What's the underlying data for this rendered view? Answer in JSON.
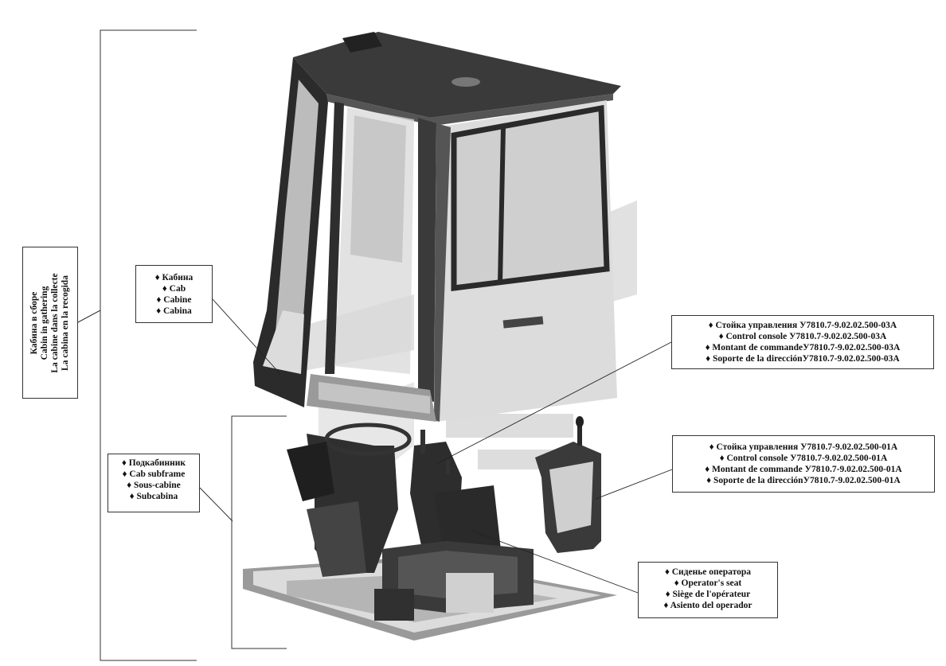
{
  "labels": {
    "assembly": [
      "Кабина в сборе",
      "Cabin in gathering",
      "La cabine dans la collecte",
      "La cabina en la recogida"
    ],
    "cab": [
      "♦ Кабина",
      "♦ Cab",
      "♦ Cabine",
      "♦ Cabina"
    ],
    "subframe": [
      "♦ Подкабинник",
      "♦ Cab subframe",
      "♦ Sous-cabine",
      "♦ Subcabina"
    ],
    "console_03": [
      "♦ Стойка управления У7810.7-9.02.02.500-03А",
      "♦ Control console У7810.7-9.02.02.500-03А",
      "♦ Montant de commandeУ7810.7-9.02.02.500-03А",
      "♦ Soporte de la direcciónУ7810.7-9.02.02.500-03А"
    ],
    "console_01": [
      "♦ Стойка управления У7810.7-9.02.02.500-01А",
      "♦ Control console У7810.7-9.02.02.500-01А",
      "♦ Montant de commande У7810.7-9.02.02.500-01А",
      "♦ Soporte de la direcciónУ7810.7-9.02.02.500-01А"
    ],
    "seat": [
      "♦ Сиденье оператора",
      "♦ Operator's seat",
      "♦ Siège de l'opérateur",
      "♦ Asiento del operador"
    ]
  },
  "colors": {
    "line": "#333333",
    "metal_dark": "#2e2e2e",
    "metal_mid": "#6a6a6a",
    "metal_light": "#bdbdbd",
    "glass": "#cfcfcf",
    "watermark": "#d6d6d6"
  }
}
